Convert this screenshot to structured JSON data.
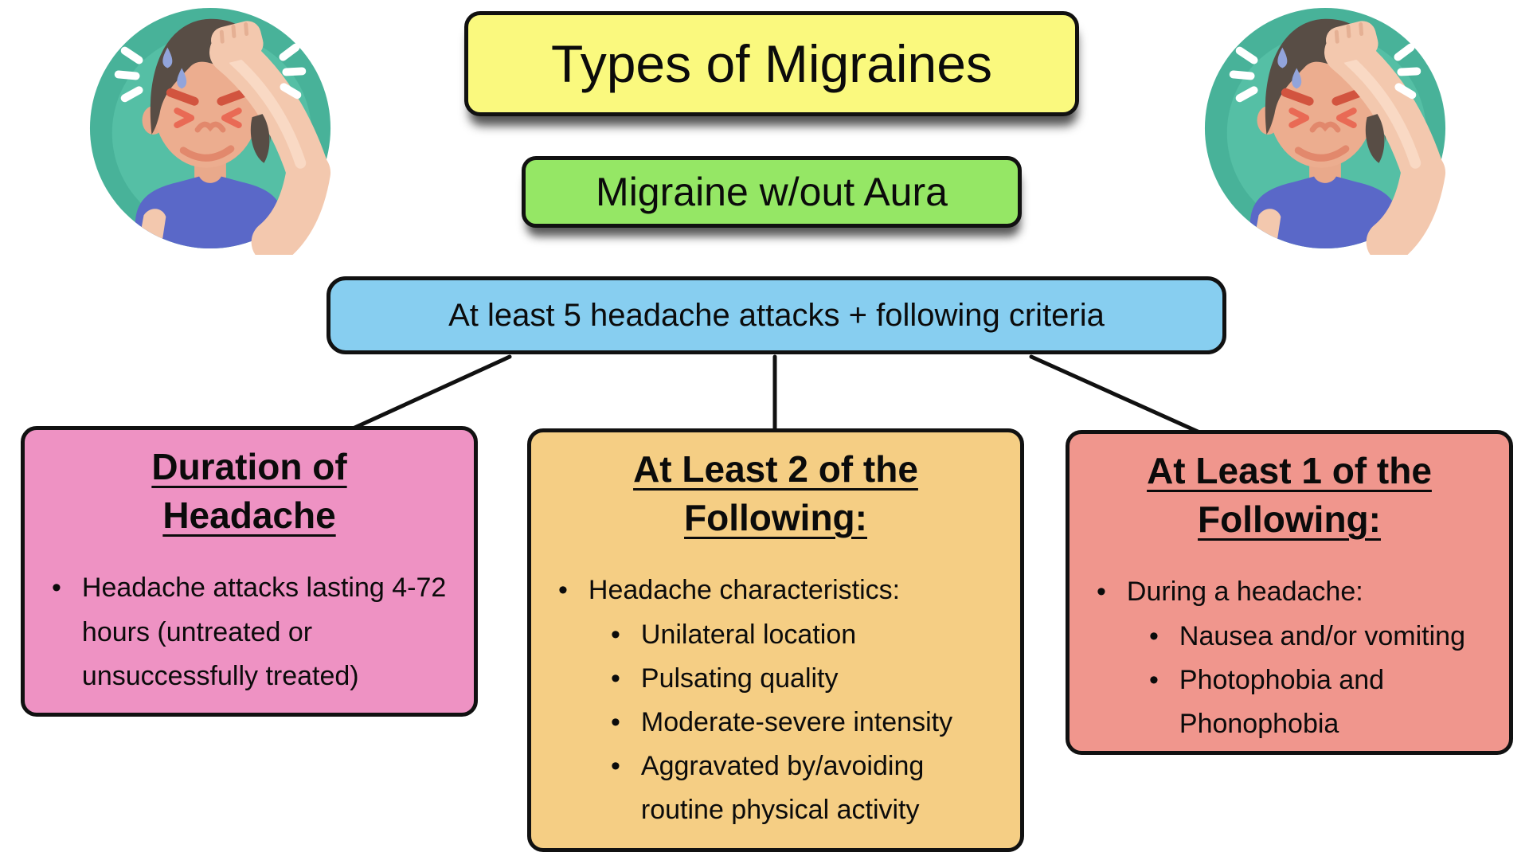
{
  "colors": {
    "title_bg": "#FAF97E",
    "subtitle_bg": "#95E765",
    "criteria_bg": "#87CEF0",
    "branch_duration_bg": "#EE92C3",
    "branch_two_bg": "#F5CE84",
    "branch_one_bg": "#F0968D",
    "border": "#111111",
    "connector": "#111111"
  },
  "header": {
    "title": "Types of Migraines",
    "subtitle": "Migraine w/out Aura"
  },
  "criteria": {
    "label": "At least 5 headache attacks + following criteria"
  },
  "icons": {
    "left": "person-facepalm-headache-icon",
    "right": "person-facepalm-headache-icon"
  },
  "branches": [
    {
      "heading": "Duration of Headache",
      "bullets": [
        {
          "level": 1,
          "text": "Headache attacks lasting 4-72 hours (untreated or unsuccessfully treated)"
        }
      ]
    },
    {
      "heading": "At Least 2 of the Following:",
      "bullets": [
        {
          "level": 1,
          "text": "Headache characteristics:"
        },
        {
          "level": 2,
          "text": "Unilateral location"
        },
        {
          "level": 2,
          "text": "Pulsating quality"
        },
        {
          "level": 2,
          "text": "Moderate-severe intensity"
        },
        {
          "level": 2,
          "text": "Aggravated by/avoiding routine physical activity"
        }
      ]
    },
    {
      "heading": "At Least 1 of the Following:",
      "bullets": [
        {
          "level": 1,
          "text": "During a headache:"
        },
        {
          "level": 2,
          "text": "Nausea and/or vomiting"
        },
        {
          "level": 2,
          "text": "Photophobia and Phonophobia"
        }
      ]
    }
  ]
}
